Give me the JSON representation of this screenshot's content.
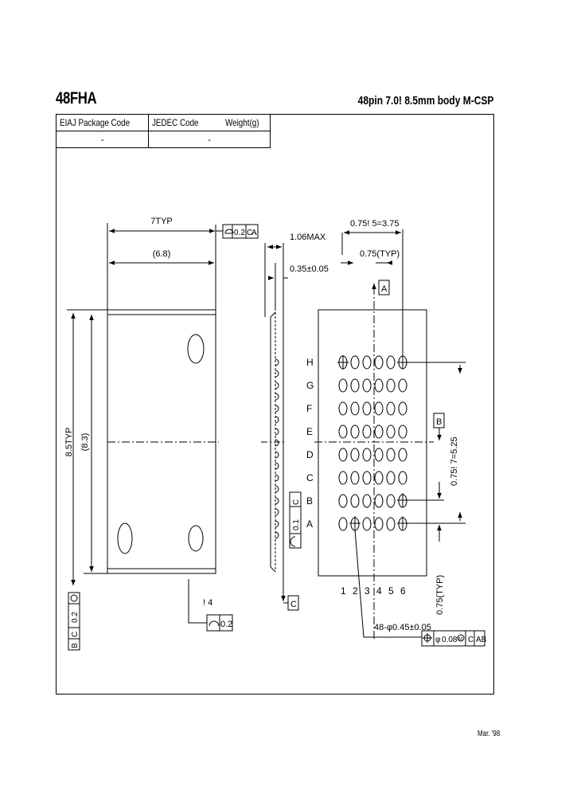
{
  "header": {
    "title": "48FHA",
    "subtitle": "48pin 7.0! 8.5mm body M-CSP"
  },
  "info_table": {
    "eiaj_label": "EIAJ Package Code",
    "jedec_label": "JEDEC Code",
    "weight_label": "Weight(g)",
    "eiaj_value": "-",
    "jedec_value": "-",
    "weight_value": ""
  },
  "dims": {
    "width_typ": "7TYP",
    "width_ref": "(6.8)",
    "height_typ": "8.5TYP",
    "height_ref": "(8.3)",
    "flatness_ca": "0.2",
    "flatness_cb": "0.2",
    "corner": "! 4",
    "corner_tol": "0.2",
    "height_max": "1.06MAX",
    "standoff": "0.35±0.05",
    "coplanarity": "0.1",
    "pitch_x_total": "0.75! 5=3.75",
    "pitch_x": "0.75(TYP)",
    "pitch_y_total": "0.75! 7=5.25",
    "pitch_y": "0.75(TYP)",
    "ball_spec": "48-φ0.45±0.05",
    "position_tol": "0.08"
  },
  "datums": {
    "a": "A",
    "b": "B",
    "c": "C",
    "ab": "AB",
    "m": "M"
  },
  "rows": [
    "H",
    "G",
    "F",
    "E",
    "D",
    "C",
    "B",
    "A"
  ],
  "cols": [
    "1",
    "2",
    "3",
    "4",
    "5",
    "6"
  ],
  "footer": "Mar. '98"
}
